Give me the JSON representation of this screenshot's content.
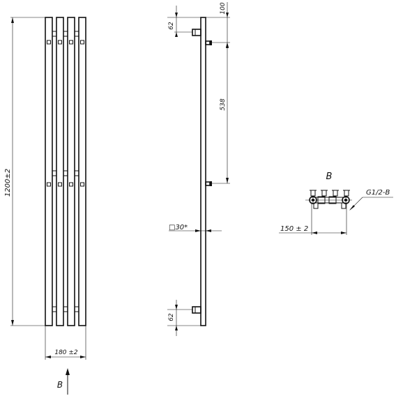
{
  "front_view": {
    "height_dim": "1200±2",
    "width_dim": "180 ±2",
    "view_arrow_label": "B"
  },
  "side_view": {
    "top_offset_dim": "100",
    "top_inlet_dim": "62",
    "bracket_spacing_dim": "538",
    "section_label": "□30*",
    "bottom_inlet_dim": "62"
  },
  "detail_view": {
    "title": "B",
    "thread_label": "G1/2-B",
    "centers_dim": "150 ± 2"
  }
}
